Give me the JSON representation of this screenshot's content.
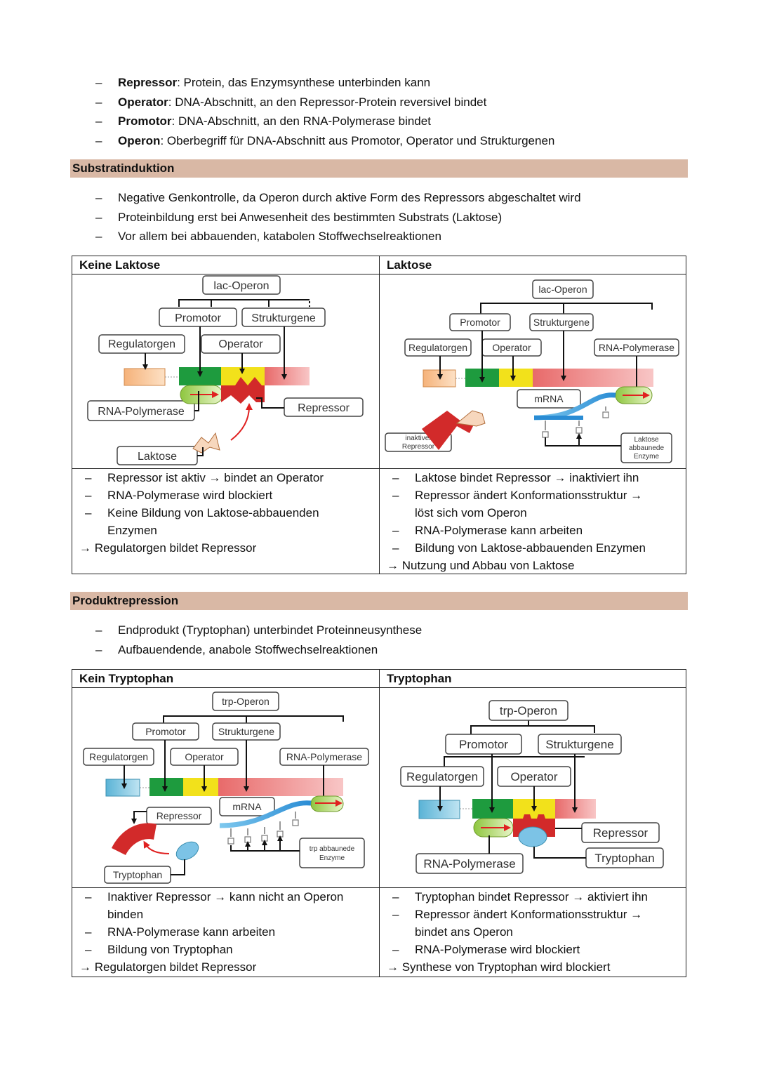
{
  "definitions": [
    {
      "term": "Repressor",
      "text": ": Protein, das Enzymsynthese unterbinden kann"
    },
    {
      "term": "Operator",
      "text": ": DNA-Abschnitt, an den Repressor-Protein reversivel bindet"
    },
    {
      "term": "Promotor",
      "text": ": DNA-Abschnitt, an den RNA-Polymerase bindet"
    },
    {
      "term": "Operon",
      "text": ": Oberbegriff für DNA-Abschnitt aus Promotor, Operator und Strukturgenen"
    }
  ],
  "substrat": {
    "title": "Substratinduktion",
    "bullets": [
      "Negative Genkontrolle, da Operon durch aktive Form des Repressors abgeschaltet wird",
      "Proteinbildung erst bei Anwesenheit des bestimmten Substrats (Laktose)",
      "Vor allem bei abbauenden, katabolen Stoffwechselreaktionen"
    ],
    "left": {
      "header": "Keine Laktose",
      "labels": {
        "operon": "lac-Operon",
        "promotor": "Promotor",
        "strukturgene": "Strukturgene",
        "regulatorgen": "Regulatorgen",
        "operator": "Operator",
        "polymerase": "RNA-Polymerase",
        "repressor": "Repressor",
        "laktose": "Laktose"
      },
      "bullets": [
        "Repressor ist aktiv → bindet an Operator",
        "RNA-Polymerase wird blockiert",
        "Keine Bildung von Laktose-abbauenden",
        "Enzymen"
      ],
      "conclusion": "→ Regulatorgen bildet Repressor"
    },
    "right": {
      "header": "Laktose",
      "labels": {
        "operon": "lac-Operon",
        "promotor": "Promotor",
        "strukturgene": "Strukturgene",
        "regulatorgen": "Regulatorgen",
        "operator": "Operator",
        "polymerase": "RNA-Polymerase",
        "mrna": "mRNA",
        "inactive1": "inaktiver",
        "inactive2": "Repressor",
        "enz1": "Laktose",
        "enz2": "abbaunede",
        "enz3": "Enzyme"
      },
      "bullets": [
        "Laktose bindet Repressor → inaktiviert ihn",
        "Repressor ändert Konformationsstruktur →",
        "löst sich vom Operon",
        "RNA-Polymerase kann arbeiten",
        "Bildung von Laktose-abbauenden Enzymen"
      ],
      "conclusion": "→ Nutzung und Abbau von Laktose"
    }
  },
  "produkt": {
    "title": "Produktrepression",
    "bullets": [
      "Endprodukt (Tryptophan) unterbindet Proteinneusynthese",
      "Aufbauendende, anabole Stoffwechselreaktionen"
    ],
    "left": {
      "header": "Kein Tryptophan",
      "labels": {
        "operon": "trp-Operon",
        "promotor": "Promotor",
        "strukturgene": "Strukturgene",
        "regulatorgen": "Regulatorgen",
        "operator": "Operator",
        "polymerase": "RNA-Polymerase",
        "mrna": "mRNA",
        "repressor": "Repressor",
        "tryptophan": "Tryptophan",
        "enz1": "trp abbaunede",
        "enz2": "Enzyme"
      },
      "bullets": [
        "Inaktiver Repressor → kann nicht an Operon",
        "binden",
        "RNA-Polymerase kann arbeiten",
        "Bildung von Tryptophan"
      ],
      "conclusion": "→ Regulatorgen bildet Repressor"
    },
    "right": {
      "header": "Tryptophan",
      "labels": {
        "operon": "trp-Operon",
        "promotor": "Promotor",
        "strukturgene": "Strukturgene",
        "regulatorgen": "Regulatorgen",
        "operator": "Operator",
        "polymerase": "RNA-Polymerase",
        "repressor": "Repressor",
        "tryptophan": "Tryptophan"
      },
      "bullets": [
        "Tryptophan bindet Repressor → aktiviert ihn",
        "Repressor ändert Konformationsstruktur →",
        "bindet ans Operon",
        "RNA-Polymerase wird blockiert"
      ],
      "conclusion": "→ Synthese von Tryptophan wird blockiert"
    }
  }
}
